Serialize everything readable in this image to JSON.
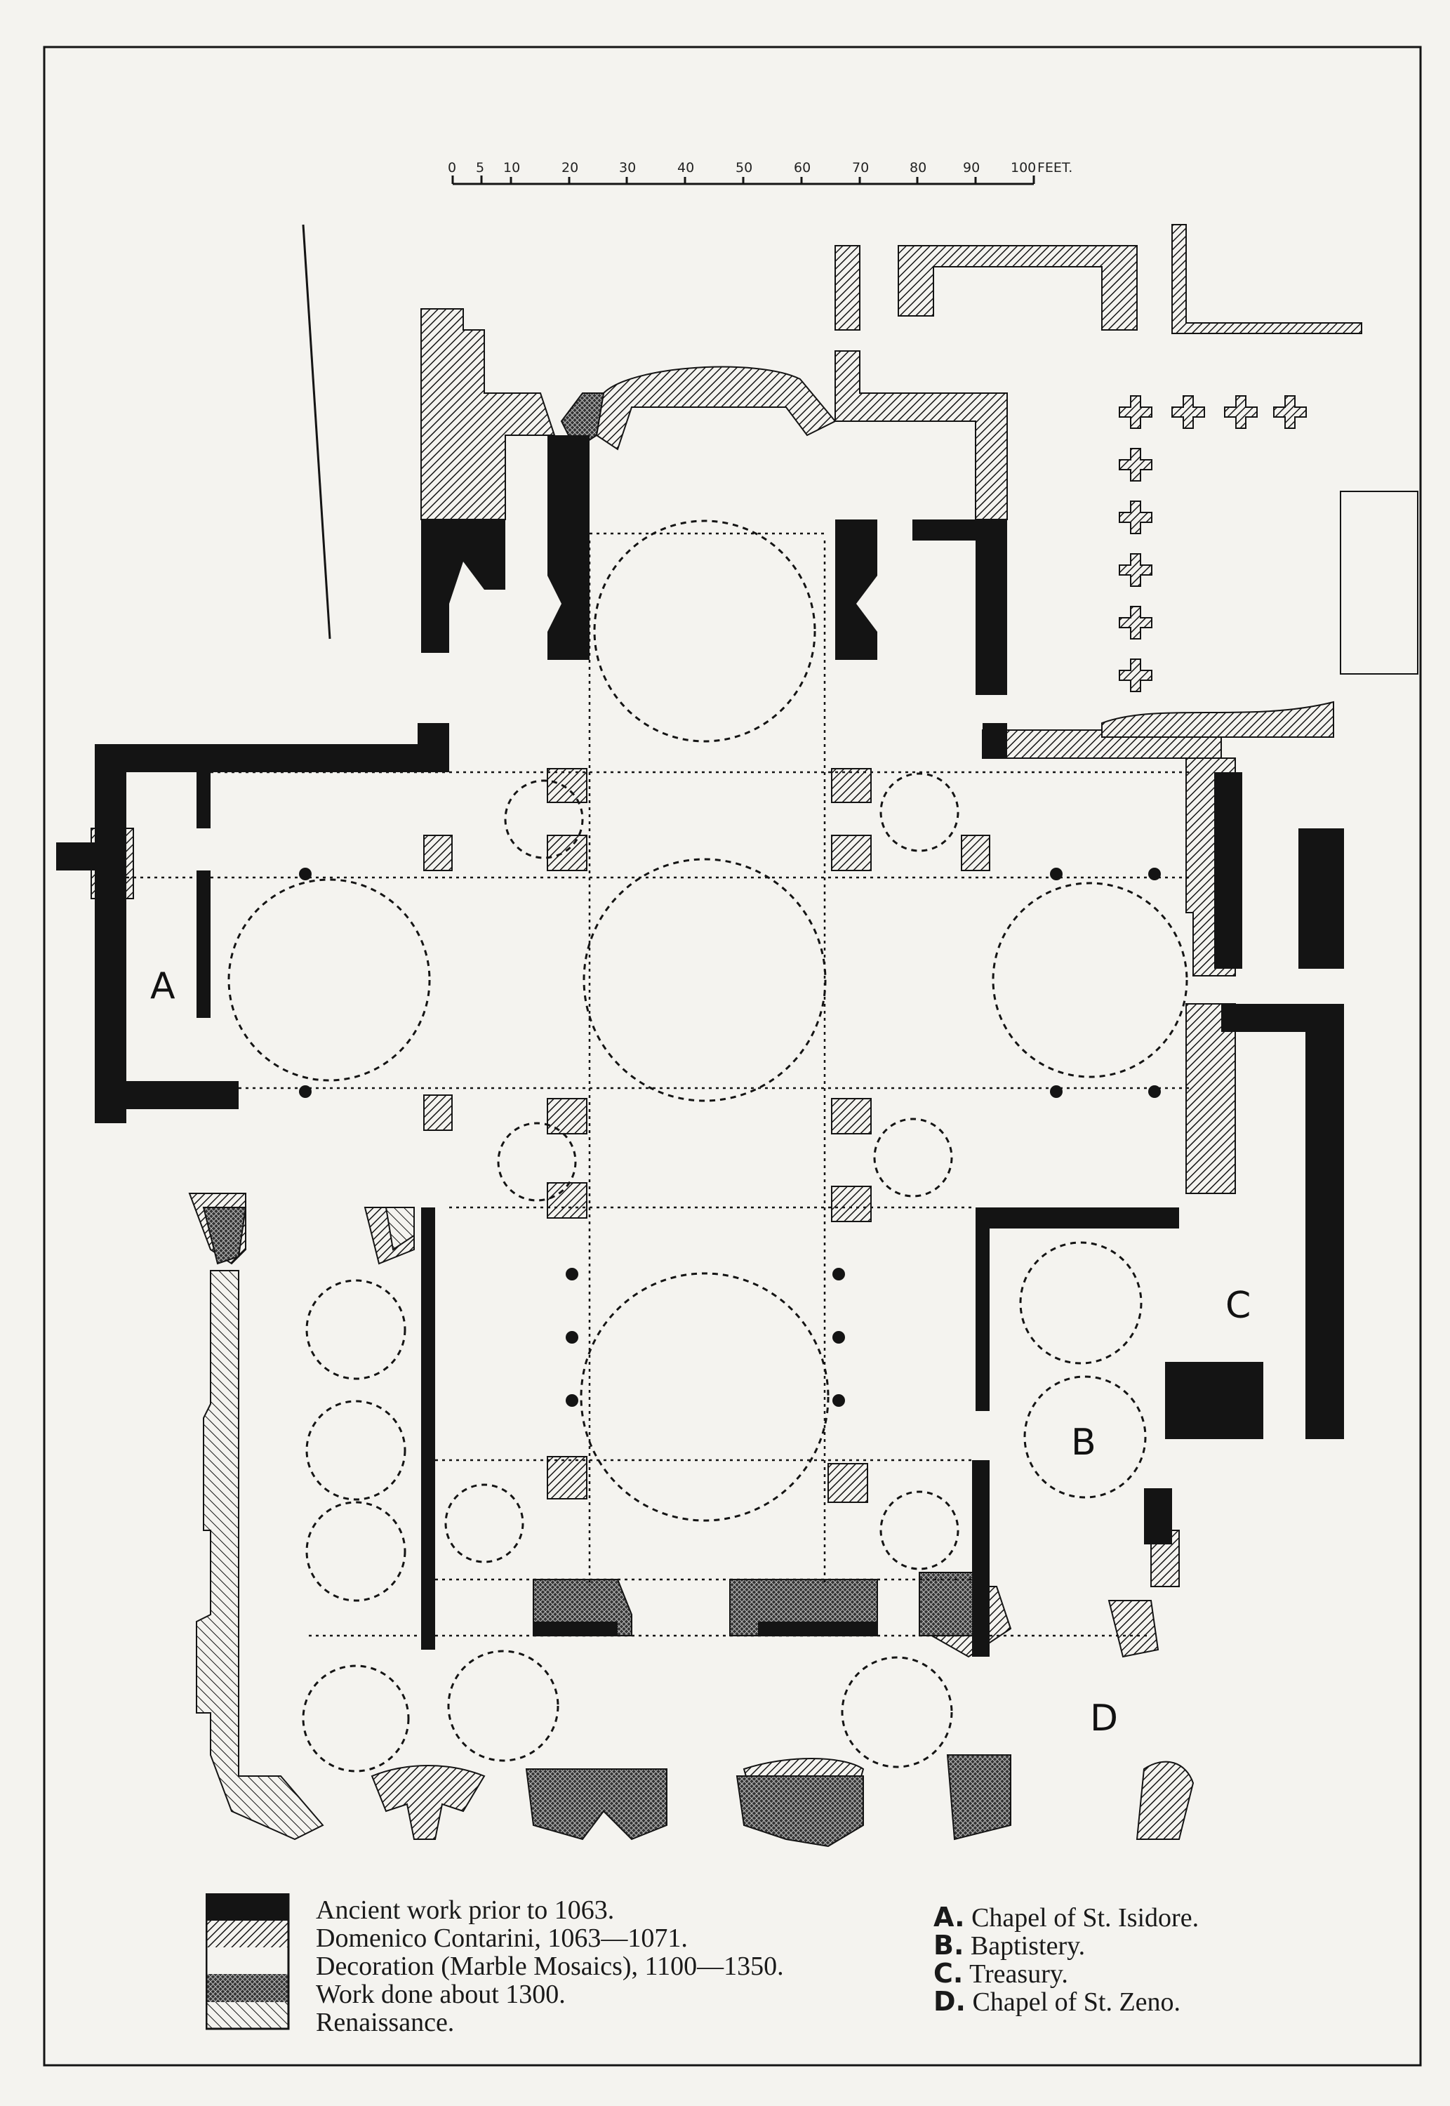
{
  "scale_bar": {
    "ticks": [
      "0",
      "5",
      "10",
      "20",
      "30",
      "40",
      "50",
      "60",
      "70",
      "80",
      "90",
      "100"
    ],
    "unit": "FEET."
  },
  "plan_labels": {
    "a": "A",
    "b": "B",
    "c": "C",
    "d": "D"
  },
  "legend_periods": [
    {
      "text": "Ancient work prior to 1063.",
      "fill": "solid-black"
    },
    {
      "text": "Domenico Contarini, 1063—1071.",
      "fill": "diagonal-hatch"
    },
    {
      "text": "Decoration (Marble Mosaics), 1100—1350.",
      "fill": "white"
    },
    {
      "text": "Work done about 1300.",
      "fill": "cross-hatch"
    },
    {
      "text": "Renaissance.",
      "fill": "light-hatch"
    }
  ],
  "legend_keys": [
    {
      "letter": "A.",
      "text": "Chapel of St. Isidore."
    },
    {
      "letter": "B.",
      "text": "Baptistery."
    },
    {
      "letter": "C.",
      "text": "Treasury."
    },
    {
      "letter": "D.",
      "text": "Chapel of St. Zeno."
    }
  ],
  "colors": {
    "ink": "#141414",
    "paper": "#f4f3ef"
  }
}
